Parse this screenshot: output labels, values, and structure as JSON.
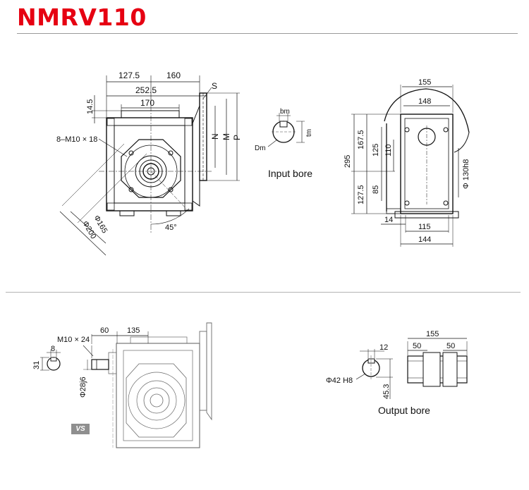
{
  "title": "NMRV110",
  "captions": {
    "input_bore": "Input bore",
    "output_bore": "Output bore"
  },
  "badge": "VS",
  "front_view": {
    "dim_127_5": "127.5",
    "dim_160": "160",
    "dim_252_5": "252.5",
    "dim_170": "170",
    "dim_14_5": "14.5",
    "bolt_label": "8–M10 × 18",
    "dim_s": "S",
    "dim_n": "N",
    "dim_m": "M",
    "dim_p": "P",
    "dia_165": "Φ165",
    "dia_200": "Φ200",
    "angle_45": "45°"
  },
  "input_bore_view": {
    "bm": "bm",
    "tm": "tm",
    "dm": "Dm"
  },
  "side_view": {
    "dim_155": "155",
    "dim_148": "148",
    "dim_295": "295",
    "dim_167_5": "167.5",
    "dim_125": "125",
    "dim_110": "110",
    "dim_127_5": "127.5",
    "dim_85": "85",
    "dia_130h8": "Φ 130h8",
    "dim_14": "14",
    "dim_115": "115",
    "dim_144": "144"
  },
  "shaft_view": {
    "m10x24": "M10 × 24",
    "dim_60": "60",
    "dim_135": "135",
    "dim_8": "8",
    "dim_31": "31",
    "dia_28j6": "Φ28j6"
  },
  "output_bore_view": {
    "dim_12": "12",
    "dia_42h8": "Φ42 H8",
    "dim_45_3": "45.3",
    "dim_155": "155",
    "dim_50a": "50",
    "dim_50b": "50"
  },
  "colors": {
    "title": "#e60012",
    "line": "#111111",
    "divider": "#9a9a9a",
    "badge": "#8f8f8f"
  }
}
